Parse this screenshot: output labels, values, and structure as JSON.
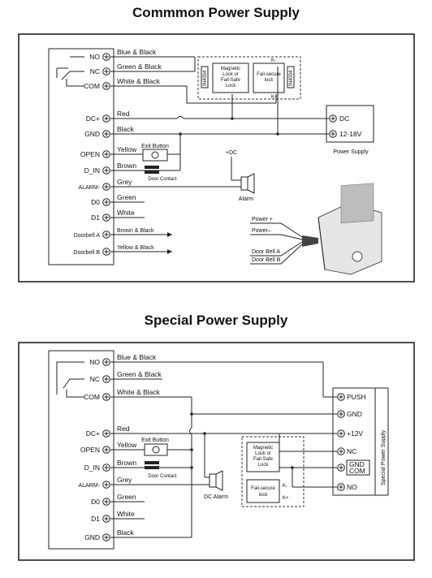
{
  "diagram1": {
    "title": "Commmon Power Supply",
    "terminals": [
      "NO",
      "NC",
      "COM",
      "DC+",
      "GND",
      "OPEN",
      "D_IN",
      "ALARM-",
      "D0",
      "D1",
      "Doorbell A",
      "Doorbell B"
    ],
    "wires": [
      "Blue & Black",
      "Green & Black",
      "White & Black",
      "Red",
      "Black",
      "Yellow",
      "Brown",
      "Grey",
      "Green",
      "White",
      "Brown & Black",
      "Yellow & Black"
    ],
    "exit_button": "Exit Button",
    "door_contact": "Door Contact",
    "lock1": [
      "Magnetic",
      "Lock or",
      "Fail-Safe",
      "Lock"
    ],
    "lock2": [
      "Fail-secure",
      "lock"
    ],
    "diode": "IN4004",
    "k_minus": "K-",
    "k_plus": "K+",
    "dc": "DC",
    "volt": "12-18V",
    "power_supply": "Power Supply",
    "plus_dc": "+DC",
    "alarm": "Alarm",
    "doorbell_wires": [
      "Power +",
      "Power–",
      "Door Bell  A",
      "Door Bell  B"
    ]
  },
  "diagram2": {
    "title": "Special Power Supply",
    "terminals": [
      "NO",
      "NC",
      "COM",
      "DC+",
      "OPEN",
      "D_IN",
      "ALARM-",
      "D0",
      "D1",
      "GND"
    ],
    "wires": [
      "Blue & Black",
      "Green & Black",
      "White & Black",
      "Red",
      "Yellow",
      "Brown",
      "Grey",
      "Green",
      "White",
      "Black"
    ],
    "exit_button": "Exit Button",
    "door_contact": "Door Contact",
    "dc_alarm": "DC Alarm",
    "lock1": [
      "Magnetic",
      "Lock or",
      "Fail-Safe",
      "Lock"
    ],
    "lock2": [
      "Fail-secure",
      "lock"
    ],
    "k_minus": "K-",
    "k_plus": "K+",
    "psu_terminals": [
      "PUSH",
      "GND",
      "+12V",
      "NC",
      "GND",
      "COM",
      "NO"
    ],
    "psu_label": "Special Power Supply"
  },
  "colors": {
    "line": "#222222",
    "background": "#ffffff"
  }
}
